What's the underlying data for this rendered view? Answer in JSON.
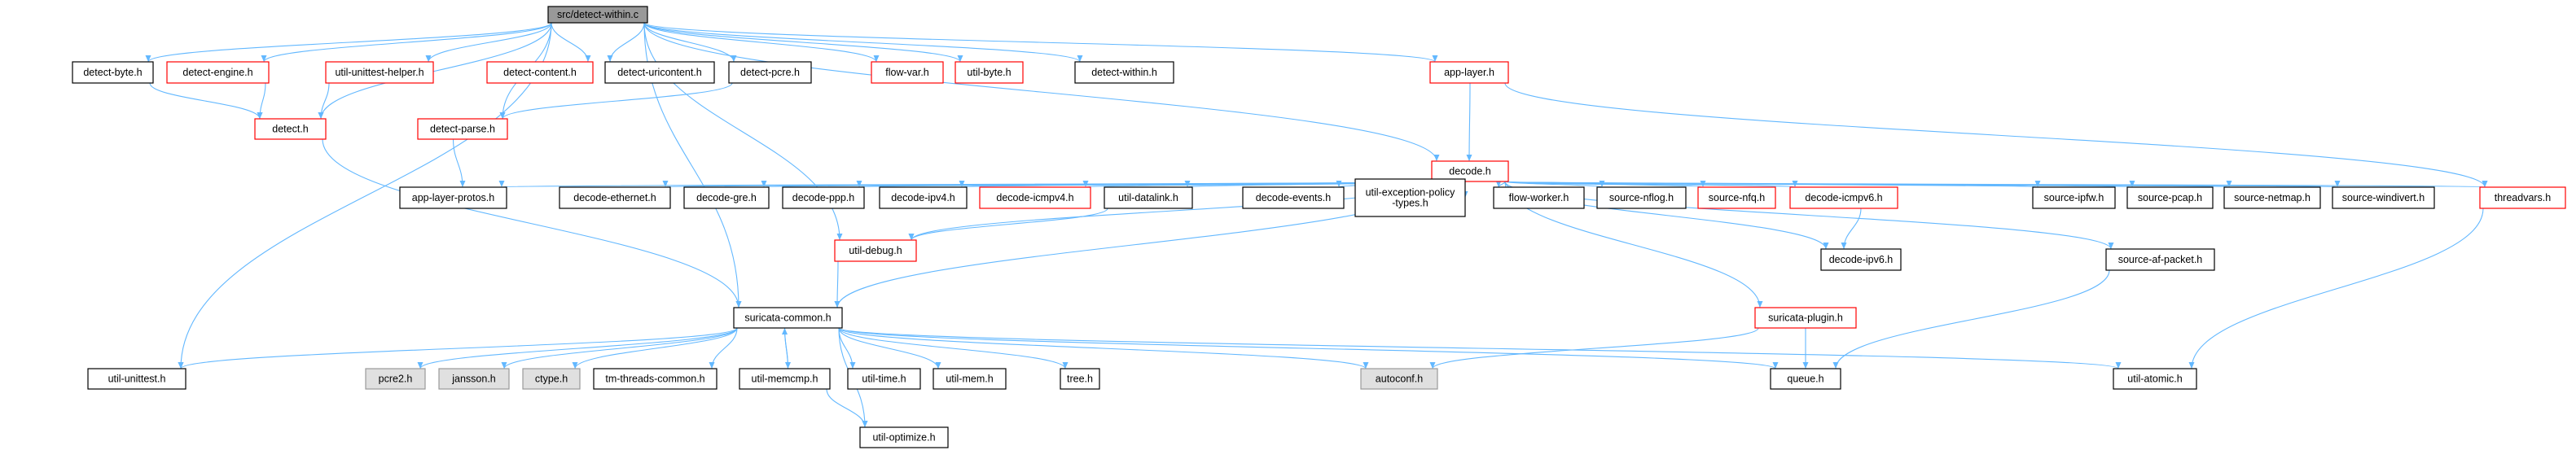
{
  "graph": {
    "title": "src/detect-within.c",
    "nodes": {
      "root": {
        "label": "src/detect-within.c",
        "style": "root"
      },
      "detect_byte": {
        "label": "detect-byte.h",
        "style": "normal"
      },
      "detect_engine": {
        "label": "detect-engine.h",
        "style": "red"
      },
      "util_unittest_helper": {
        "label": "util-unittest-helper.h",
        "style": "red"
      },
      "detect_content": {
        "label": "detect-content.h",
        "style": "red"
      },
      "detect_uricontent": {
        "label": "detect-uricontent.h",
        "style": "normal"
      },
      "detect_pcre": {
        "label": "detect-pcre.h",
        "style": "normal"
      },
      "flow_var": {
        "label": "flow-var.h",
        "style": "red"
      },
      "util_byte": {
        "label": "util-byte.h",
        "style": "red"
      },
      "detect_within": {
        "label": "detect-within.h",
        "style": "normal"
      },
      "app_layer": {
        "label": "app-layer.h",
        "style": "red"
      },
      "detect": {
        "label": "detect.h",
        "style": "red"
      },
      "detect_parse": {
        "label": "detect-parse.h",
        "style": "red"
      },
      "decode": {
        "label": "decode.h",
        "style": "red"
      },
      "app_layer_protos": {
        "label": "app-layer-protos.h",
        "style": "normal"
      },
      "decode_ethernet": {
        "label": "decode-ethernet.h",
        "style": "normal"
      },
      "decode_gre": {
        "label": "decode-gre.h",
        "style": "normal"
      },
      "decode_ppp": {
        "label": "decode-ppp.h",
        "style": "normal"
      },
      "decode_ipv4": {
        "label": "decode-ipv4.h",
        "style": "normal"
      },
      "decode_icmpv4": {
        "label": "decode-icmpv4.h",
        "style": "red"
      },
      "util_datalink": {
        "label": "util-datalink.h",
        "style": "normal"
      },
      "decode_events": {
        "label": "decode-events.h",
        "style": "normal"
      },
      "util_exception_policy": {
        "label": [
          "util-exception-policy",
          "-types.h"
        ],
        "style": "normal"
      },
      "flow_worker": {
        "label": "flow-worker.h",
        "style": "normal"
      },
      "source_nflog": {
        "label": "source-nflog.h",
        "style": "normal"
      },
      "source_nfq": {
        "label": "source-nfq.h",
        "style": "red"
      },
      "decode_icmpv6": {
        "label": "decode-icmpv6.h",
        "style": "red"
      },
      "source_ipfw": {
        "label": "source-ipfw.h",
        "style": "normal"
      },
      "source_pcap": {
        "label": "source-pcap.h",
        "style": "normal"
      },
      "source_netmap": {
        "label": "source-netmap.h",
        "style": "normal"
      },
      "source_windivert": {
        "label": "source-windivert.h",
        "style": "normal"
      },
      "threadvars": {
        "label": "threadvars.h",
        "style": "red"
      },
      "util_debug": {
        "label": "util-debug.h",
        "style": "red"
      },
      "decode_ipv6": {
        "label": "decode-ipv6.h",
        "style": "normal"
      },
      "source_af_packet": {
        "label": "source-af-packet.h",
        "style": "normal"
      },
      "suricata_common": {
        "label": "suricata-common.h",
        "style": "normal"
      },
      "suricata_plugin": {
        "label": "suricata-plugin.h",
        "style": "red"
      },
      "util_unittest": {
        "label": "util-unittest.h",
        "style": "normal"
      },
      "pcre2": {
        "label": "pcre2.h",
        "style": "gray"
      },
      "jansson": {
        "label": "jansson.h",
        "style": "gray"
      },
      "ctype": {
        "label": "ctype.h",
        "style": "gray"
      },
      "tm_threads_common": {
        "label": "tm-threads-common.h",
        "style": "normal"
      },
      "util_memcmp": {
        "label": "util-memcmp.h",
        "style": "normal"
      },
      "util_time": {
        "label": "util-time.h",
        "style": "normal"
      },
      "util_mem": {
        "label": "util-mem.h",
        "style": "normal"
      },
      "tree": {
        "label": "tree.h",
        "style": "normal"
      },
      "autoconf": {
        "label": "autoconf.h",
        "style": "gray"
      },
      "queue": {
        "label": "queue.h",
        "style": "normal"
      },
      "util_atomic": {
        "label": "util-atomic.h",
        "style": "normal"
      },
      "util_optimize": {
        "label": "util-optimize.h",
        "style": "normal"
      }
    },
    "edges": [
      [
        "root",
        "detect_byte"
      ],
      [
        "root",
        "detect_engine"
      ],
      [
        "root",
        "util_unittest_helper"
      ],
      [
        "root",
        "detect_content"
      ],
      [
        "root",
        "detect_uricontent"
      ],
      [
        "root",
        "detect_pcre"
      ],
      [
        "root",
        "flow_var"
      ],
      [
        "root",
        "util_byte"
      ],
      [
        "root",
        "detect_within"
      ],
      [
        "root",
        "app_layer"
      ],
      [
        "root",
        "detect"
      ],
      [
        "root",
        "detect_parse"
      ],
      [
        "root",
        "decode"
      ],
      [
        "root",
        "util_debug"
      ],
      [
        "root",
        "suricata_common"
      ],
      [
        "root",
        "util_unittest"
      ],
      [
        "detect_byte",
        "detect"
      ],
      [
        "detect_engine",
        "detect"
      ],
      [
        "util_unittest_helper",
        "detect"
      ],
      [
        "detect_pcre",
        "detect_parse"
      ],
      [
        "detect",
        "suricata_common"
      ],
      [
        "detect_parse",
        "app_layer_protos"
      ],
      [
        "app_layer",
        "decode"
      ],
      [
        "app_layer",
        "threadvars"
      ],
      [
        "decode",
        "app_layer_protos"
      ],
      [
        "decode",
        "decode_ethernet"
      ],
      [
        "decode",
        "decode_gre"
      ],
      [
        "decode",
        "decode_ppp"
      ],
      [
        "decode",
        "decode_ipv4"
      ],
      [
        "decode",
        "decode_icmpv4"
      ],
      [
        "decode",
        "util_datalink"
      ],
      [
        "decode",
        "decode_events"
      ],
      [
        "decode",
        "util_exception_policy"
      ],
      [
        "decode",
        "flow_worker"
      ],
      [
        "decode",
        "source_nflog"
      ],
      [
        "decode",
        "source_nfq"
      ],
      [
        "decode",
        "decode_icmpv6"
      ],
      [
        "decode",
        "decode_ipv6"
      ],
      [
        "decode",
        "source_ipfw"
      ],
      [
        "decode",
        "source_pcap"
      ],
      [
        "decode",
        "source_netmap"
      ],
      [
        "decode",
        "source_windivert"
      ],
      [
        "decode",
        "threadvars"
      ],
      [
        "decode",
        "util_debug"
      ],
      [
        "decode",
        "suricata_common"
      ],
      [
        "decode",
        "source_af_packet"
      ],
      [
        "decode",
        "suricata_plugin"
      ],
      [
        "util_datalink",
        "util_debug"
      ],
      [
        "decode_icmpv6",
        "decode_ipv6"
      ],
      [
        "util_debug",
        "suricata_common"
      ],
      [
        "threadvars",
        "util_atomic"
      ],
      [
        "source_af_packet",
        "queue"
      ],
      [
        "suricata_plugin",
        "queue"
      ],
      [
        "suricata_plugin",
        "autoconf"
      ],
      [
        "suricata_common",
        "util_unittest"
      ],
      [
        "suricata_common",
        "pcre2"
      ],
      [
        "suricata_common",
        "jansson"
      ],
      [
        "suricata_common",
        "ctype"
      ],
      [
        "suricata_common",
        "tm_threads_common"
      ],
      [
        "suricata_common",
        "util_memcmp"
      ],
      [
        "suricata_common",
        "util_time"
      ],
      [
        "suricata_common",
        "util_mem"
      ],
      [
        "suricata_common",
        "tree"
      ],
      [
        "suricata_common",
        "autoconf"
      ],
      [
        "suricata_common",
        "queue"
      ],
      [
        "suricata_common",
        "util_atomic"
      ],
      [
        "suricata_common",
        "util_optimize"
      ],
      [
        "util_memcmp",
        "suricata_common"
      ],
      [
        "util_memcmp",
        "util_optimize"
      ]
    ],
    "colors": {
      "edge": "#63b8ff",
      "normal_border": "#000000",
      "red_border": "#ff0000",
      "root_fill": "#999999",
      "gray_fill": "#e0e0e0",
      "gray_border": "#999999",
      "node_fill": "#ffffff"
    }
  }
}
